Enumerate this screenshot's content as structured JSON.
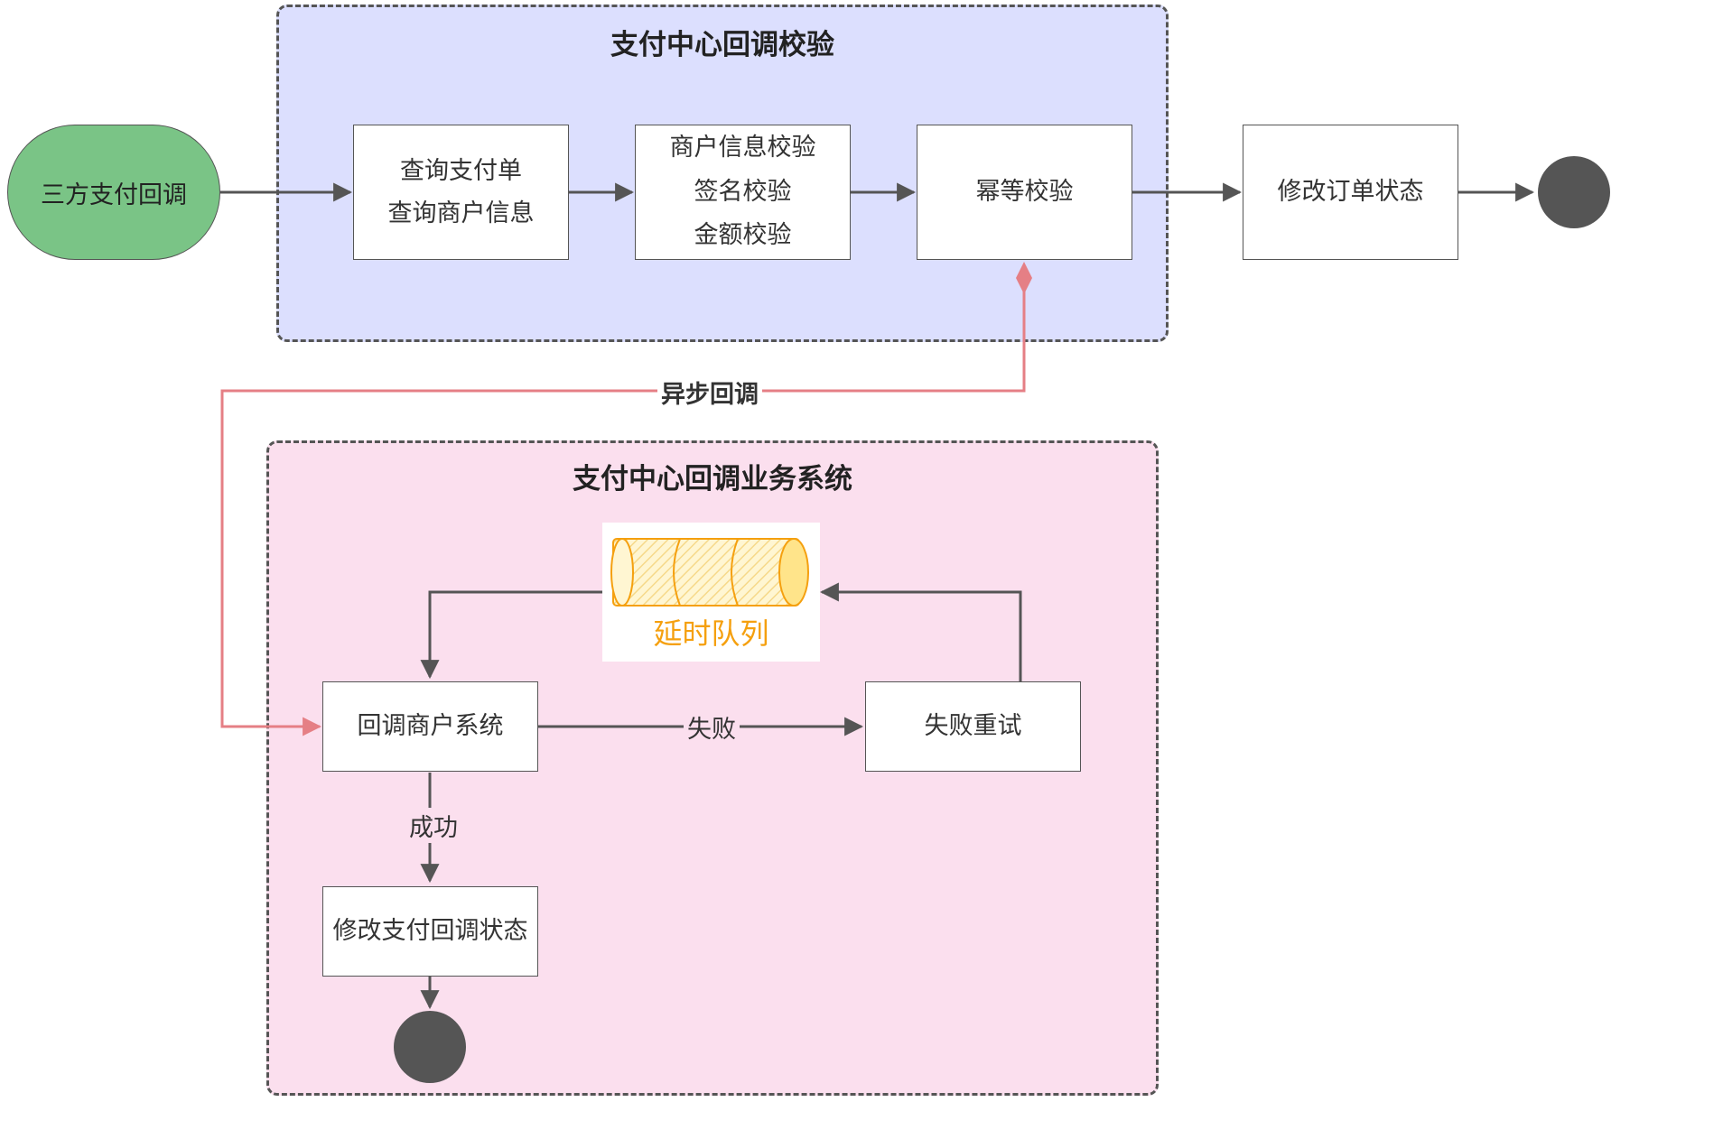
{
  "groups": {
    "verify": {
      "title": "支付中心回调校验",
      "color": "#dcdffe"
    },
    "business": {
      "title": "支付中心回调业务系统",
      "color": "#fbdfee"
    }
  },
  "nodes": {
    "start": "三方支付回调",
    "query": [
      "查询支付单",
      "查询商户信息"
    ],
    "check": [
      "商户信息校验",
      "签名校验",
      "金额校验"
    ],
    "idempotent": "幂等校验",
    "modify_order": "修改订单状态",
    "callback_merchant": "回调商户系统",
    "fail_retry": "失败重试",
    "modify_callback": "修改支付回调状态",
    "delay_queue": "延时队列"
  },
  "edges": {
    "async": "异步回调",
    "fail": "失败",
    "success": "成功"
  },
  "colors": {
    "start_fill": "#7ac486",
    "end_fill": "#555555",
    "async_line": "#e57f85",
    "queue_text": "#f5a00f",
    "line": "#555555"
  }
}
